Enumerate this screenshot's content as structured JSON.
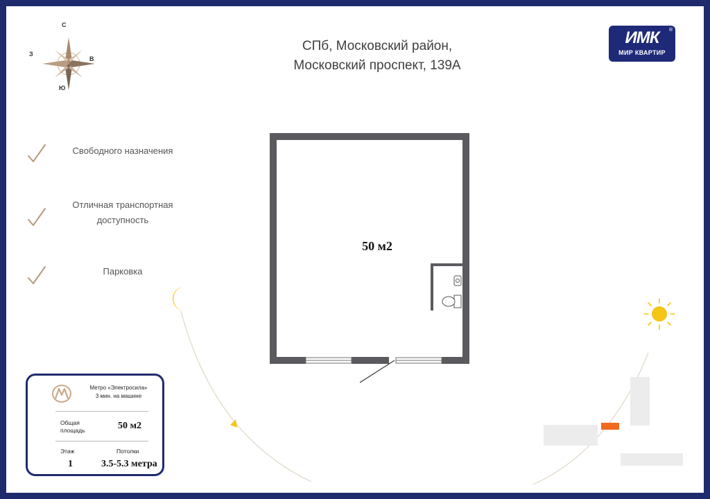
{
  "address": {
    "line1": "СПб, Московский район,",
    "line2": "Московский проспект, 139А"
  },
  "logo": {
    "mark": "ИМК",
    "brand": "МИР КВАРТИР",
    "reg": "®",
    "color": "#1e2a78"
  },
  "compass": {
    "north": "С",
    "south": "Ю",
    "west": "З",
    "east": "В"
  },
  "features": [
    {
      "label": "Свободного назначения",
      "icon": "check-icon"
    },
    {
      "label": "Отличная транспортная доступность",
      "icon": "check-icon"
    },
    {
      "label": "Парковка",
      "icon": "check-icon"
    }
  ],
  "plan": {
    "room_area": "50 м2",
    "wall_color": "#5b5b5f"
  },
  "info_card": {
    "metro_name": "Метро «Электросила»",
    "metro_distance": "3 мин. на машине",
    "total_area_label": "Общая площадь",
    "total_area_value": "50 м2",
    "floor_label": "Этаж",
    "floor_value": "1",
    "ceiling_label": "Потолки",
    "ceiling_value": "3.5-5.3 метра",
    "border_color": "#1f2a6e"
  },
  "sun_path": {
    "moon_icon": "crescent-moon-icon",
    "sun_icon": "sun-icon",
    "accent": "#f5c518"
  }
}
